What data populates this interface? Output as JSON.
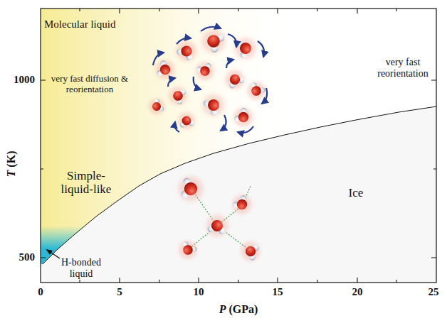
{
  "diagram": {
    "labels": [
      "Molecular liquid",
      "very fast diffusion & reorientation",
      "very fast reorientation",
      "Simple-liquid-like",
      "H-bonded liquid",
      "Ice",
      "1000",
      "500",
      "0",
      "5",
      "10",
      "15",
      "20",
      "25",
      "T (K)",
      "P (GPa)"
    ]
  }
}
